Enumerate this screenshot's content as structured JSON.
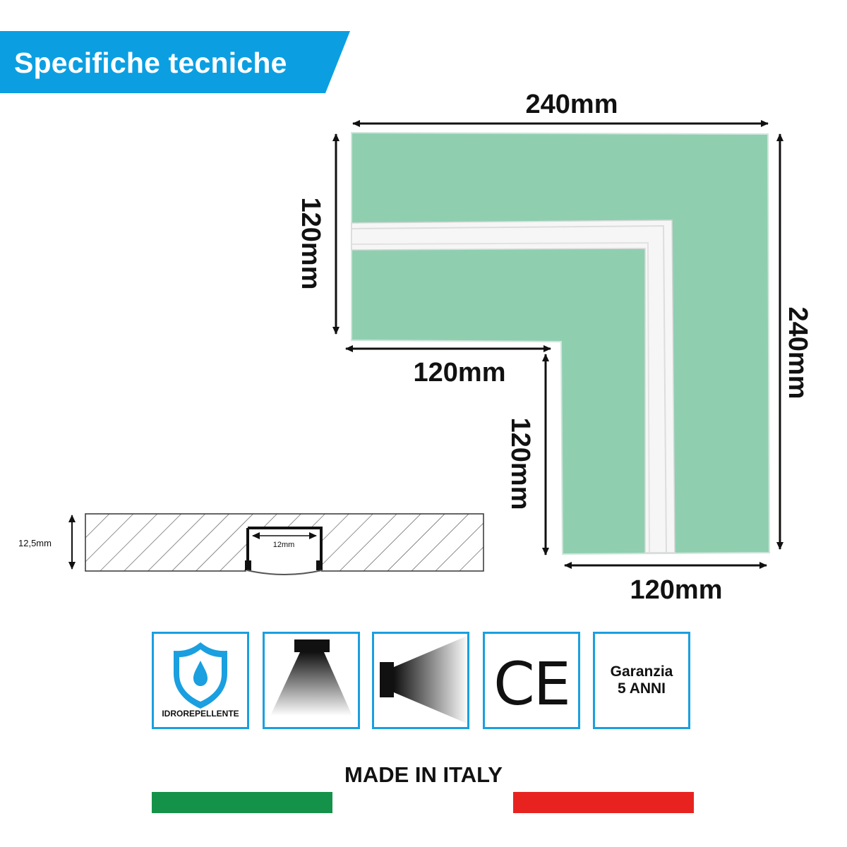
{
  "banner": {
    "title": "Specifiche tecniche",
    "color": "#0b9fe2"
  },
  "panel": {
    "color": "#8fcfb0",
    "profile_color": "#f4f4f4"
  },
  "dimensions": {
    "top_width": "240mm",
    "right_height": "240mm",
    "left_height": "120mm",
    "inner_width": "120mm",
    "inner_height": "120mm",
    "bottom_width": "120mm"
  },
  "section": {
    "thickness": "12,5mm",
    "channel_width": "12mm"
  },
  "features": {
    "waterproof_label": "IDROREPELLENTE",
    "warranty_line1": "Garanzia",
    "warranty_line2": "5 ANNI",
    "ce_mark": "CE",
    "border_color": "#1a9fe0"
  },
  "footer": {
    "made_in": "MADE IN ITALY",
    "flag_green": "#15924a",
    "flag_red": "#e8231f"
  }
}
